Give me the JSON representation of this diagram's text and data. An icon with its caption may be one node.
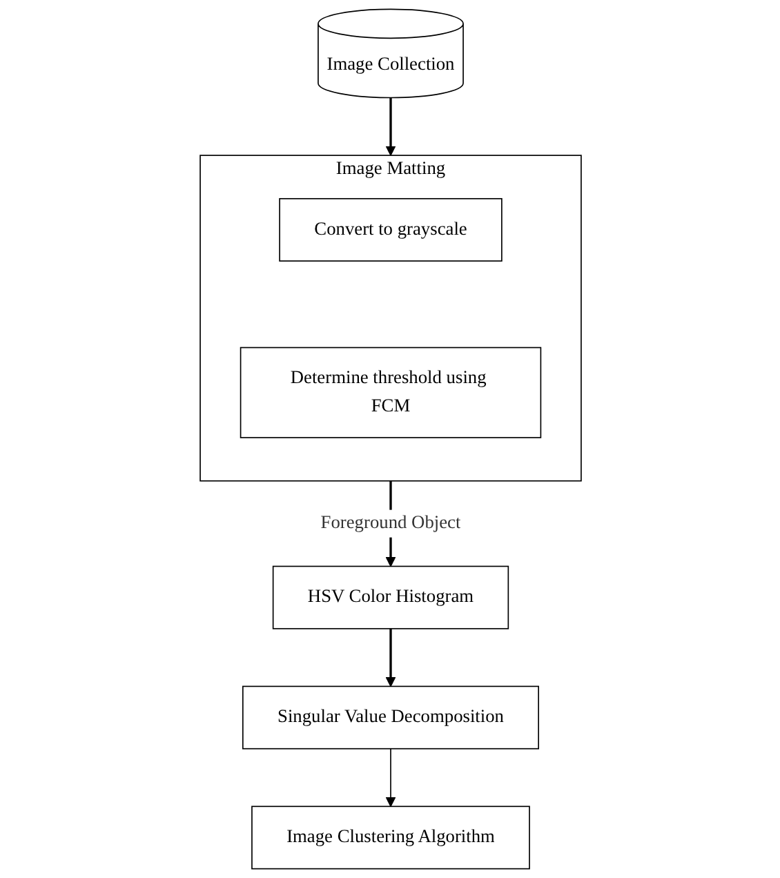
{
  "diagram": {
    "nodes": [
      {
        "text": [
          "Image Collection"
        ]
      },
      {
        "text": [
          "Image Matting"
        ]
      },
      {
        "text": [
          "Convert to grayscale"
        ],
        "in": 1
      },
      {
        "text": [
          "Determine threshold using FCM"
        ],
        "in": 1
      },
      {
        "text": [
          "HSV Color Histogram"
        ]
      },
      {
        "text": [
          "Singular Value Decomposition"
        ]
      },
      {
        "text": [
          "Image Clustering Algorithm"
        ]
      }
    ],
    "edges": [
      {
        "from": 0,
        "to": 1,
        "arrow": "to"
      },
      {
        "from": 1,
        "to": 4,
        "arrow": "to",
        "label": "Foreground Object"
      },
      {
        "from": 4,
        "to": 5,
        "arrow": "to"
      },
      {
        "from": 5,
        "to": 6,
        "arrow": "to"
      }
    ]
  }
}
